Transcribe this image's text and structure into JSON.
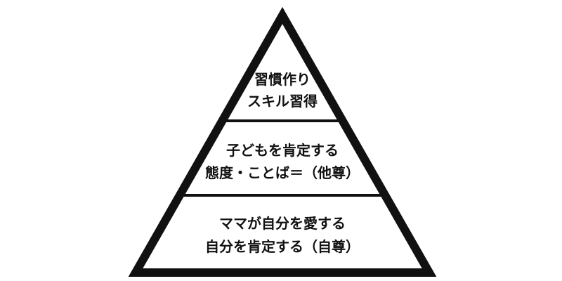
{
  "diagram": {
    "type": "pyramid",
    "colors": {
      "outline": "#111111",
      "fill": "#ffffff",
      "text": "#111111"
    },
    "tiers": [
      {
        "position": "top",
        "lines": [
          "習慣作り",
          "スキル習得"
        ]
      },
      {
        "position": "middle",
        "lines": [
          "子どもを肯定する",
          "態度・ことば＝（他尊）"
        ]
      },
      {
        "position": "bottom",
        "lines": [
          "ママが自分を愛する",
          "自分を肯定する（自尊）"
        ]
      }
    ]
  }
}
